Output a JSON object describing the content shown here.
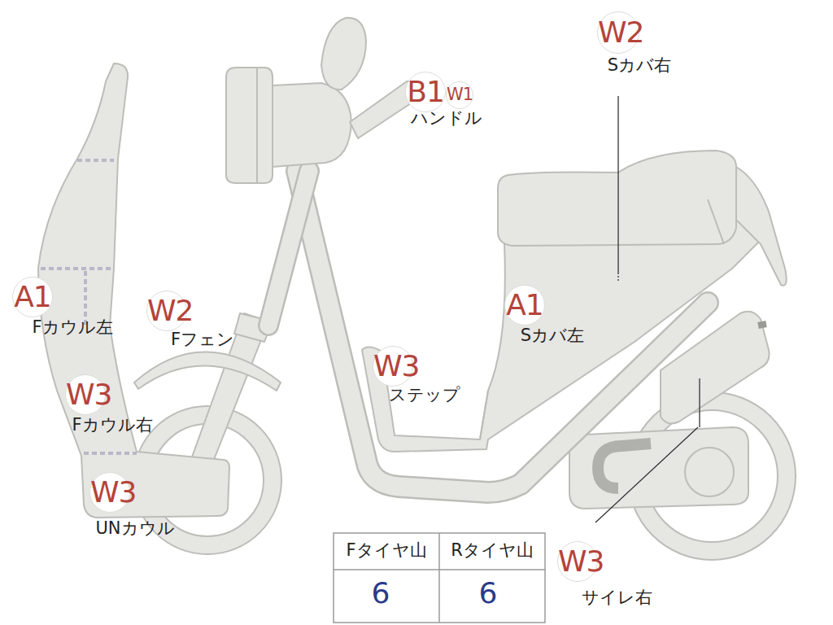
{
  "diagram": {
    "nodes": [
      {
        "text": [
          "W2",
          "Sカバ右"
        ]
      },
      {
        "text": [
          "B1",
          "ハンドル"
        ]
      },
      {
        "text": [
          "W1"
        ]
      },
      {
        "text": [
          "A1",
          "Fカウル左"
        ]
      },
      {
        "text": [
          "W2",
          "Fフェン"
        ]
      },
      {
        "text": [
          "A1",
          "Sカバ左"
        ]
      },
      {
        "text": [
          "W3",
          "ステップ"
        ]
      },
      {
        "text": [
          "W3",
          "Fカウル右"
        ]
      },
      {
        "text": [
          "W3",
          "UNカウル"
        ]
      },
      {
        "text": [
          "W3",
          "サイレ右"
        ]
      }
    ],
    "labels": [
      "Fタイヤ山",
      "Rタイヤ山",
      "6",
      "6"
    ]
  }
}
